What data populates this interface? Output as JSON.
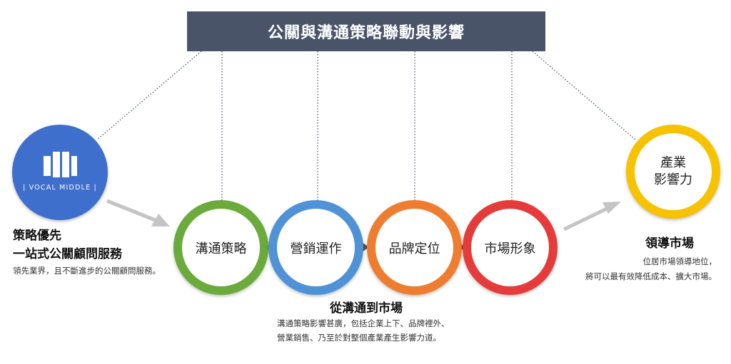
{
  "header": {
    "title": "公關與溝通策略聯動與影響"
  },
  "logo": {
    "text": "| VOCAL MIDDLE |"
  },
  "left": {
    "title_line1": "策略優先",
    "title_line2": "一站式公關顧問服務",
    "desc": "領先業界，且不斷進步的公關顧問服務。"
  },
  "steps": [
    {
      "label": "溝通策略",
      "color": "#6bab3c"
    },
    {
      "label": "營銷運作",
      "color": "#4f92d6"
    },
    {
      "label": "品牌定位",
      "color": "#ee7d30"
    },
    {
      "label": "市場形象",
      "color": "#e63b3b"
    }
  ],
  "middle": {
    "title": "從溝通到市場",
    "desc_line1": "溝通策略影響甚廣，包括企業上下、品牌裡外、",
    "desc_line2": "營業銷售、乃至於對整個產業產生影響力道。"
  },
  "industry": {
    "line1": "產業",
    "line2": "影響力",
    "color": "#f7c200"
  },
  "right": {
    "title": "領導市場",
    "desc_line1": "位居市場領導地位，",
    "desc_line2": "將可以最有效降低成本、擴大市場。"
  },
  "colors": {
    "banner": "#4a5468",
    "logo": "#3f6fcc",
    "arrow": "#c4c4c4",
    "connector": "#555555"
  }
}
